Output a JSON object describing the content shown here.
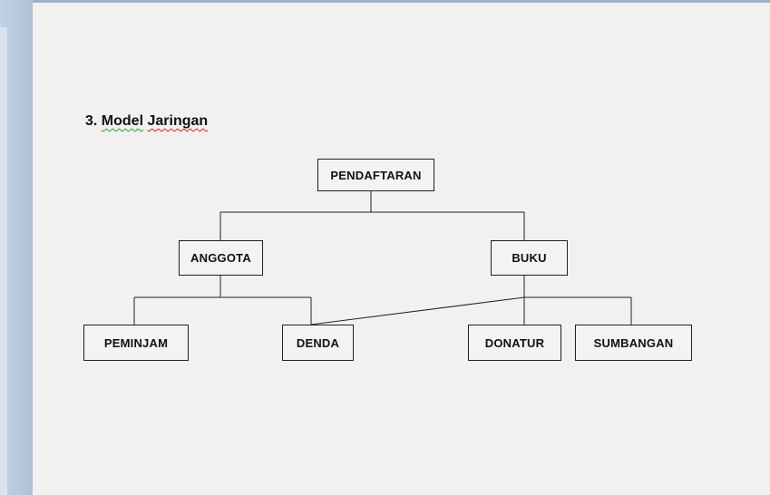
{
  "heading": {
    "number": "3.",
    "word1": "Model",
    "word2": "Jaringan"
  },
  "nodes": {
    "pendaftaran": "PENDAFTARAN",
    "anggota": "ANGGOTA",
    "buku": "BUKU",
    "peminjam": "PEMINJAM",
    "denda": "DENDA",
    "donatur": "DONATUR",
    "sumbangan": "SUMBANGAN"
  },
  "edges": [
    [
      "pendaftaran",
      "anggota"
    ],
    [
      "pendaftaran",
      "buku"
    ],
    [
      "anggota",
      "peminjam"
    ],
    [
      "anggota",
      "denda"
    ],
    [
      "buku",
      "denda"
    ],
    [
      "buku",
      "donatur"
    ],
    [
      "buku",
      "sumbangan"
    ]
  ]
}
